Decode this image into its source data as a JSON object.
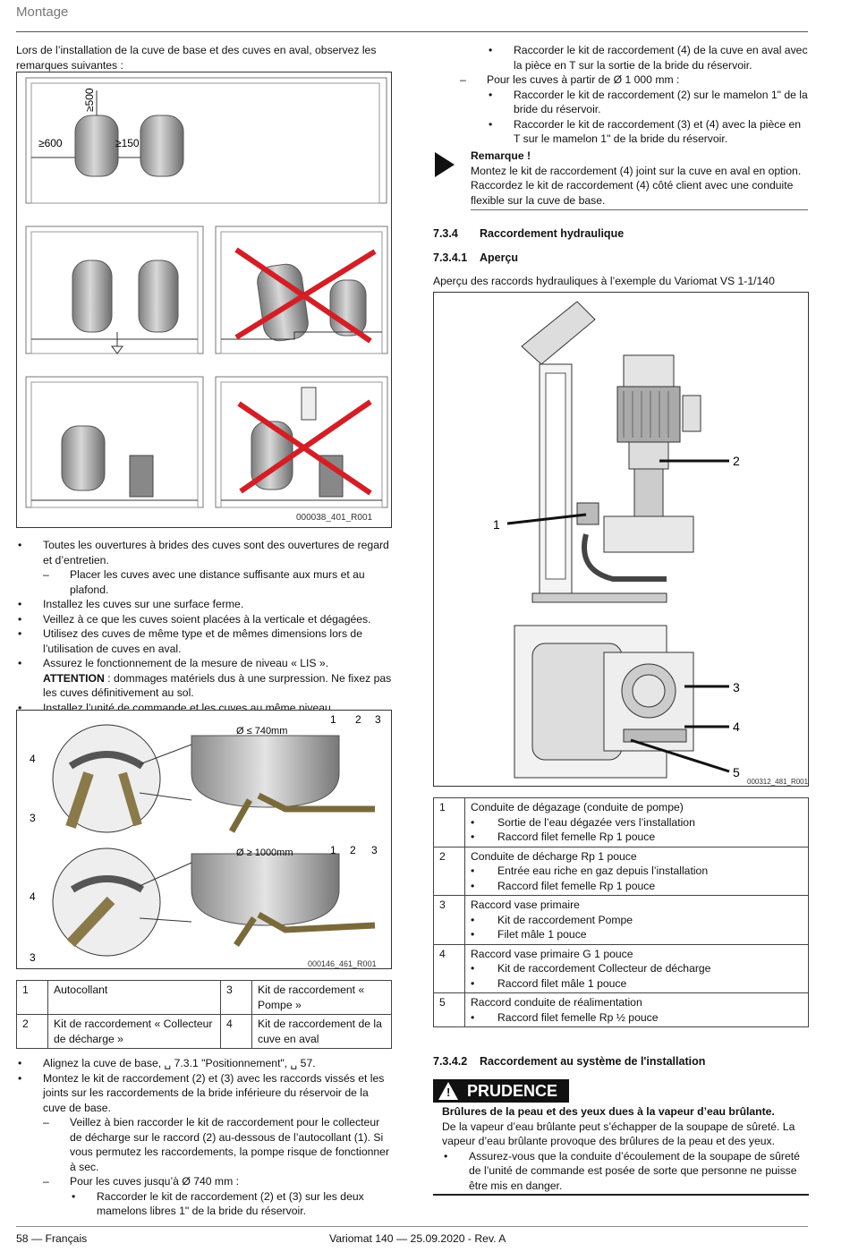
{
  "header": {
    "section": "Montage"
  },
  "left": {
    "intro": "Lors de l’installation de la cuve de base et des cuves en aval, observez les remarques suivantes :",
    "fig1": {
      "dim_top": "≥500",
      "dim_left": "≥600",
      "dim_mid": "≥150",
      "code": "000038_401_R001"
    },
    "bullets1": [
      {
        "type": "b",
        "text": "Toutes les ouvertures à brides des cuves sont des ouvertures de regard et d’entretien."
      },
      {
        "type": "d",
        "text": "Placer les cuves avec une distance suffisante aux murs et au plafond."
      },
      {
        "type": "b",
        "text": "Installez les cuves sur une surface ferme."
      },
      {
        "type": "b",
        "text": "Veillez à ce que les cuves soient placées à la verticale et dégagées."
      },
      {
        "type": "b",
        "text": "Utilisez des cuves de même type et de mêmes dimensions lors de l’utilisation de cuves en aval."
      },
      {
        "type": "b",
        "text": "Assurez le fonctionnement de la mesure de niveau « LIS »."
      }
    ],
    "attention_label": "ATTENTION",
    "attention_text": " : dommages matériels dus à une surpression. Ne fixez pas les cuves définitivement au sol.",
    "bullet_last": "Installez l’unité de commande et les cuves au même niveau.",
    "fig2": {
      "d1": "Ø ≤ 740mm",
      "d2": "Ø ≥ 1000mm",
      "n1": "1",
      "n2": "2",
      "n3": "3",
      "n4": "4",
      "code": "000146_461_R001"
    },
    "legend": [
      {
        "n1": "1",
        "t1": "Autocollant",
        "n2": "3",
        "t2": "Kit de raccordement « Pompe »"
      },
      {
        "n1": "2",
        "t1": "Kit de raccordement « Collecteur de décharge »",
        "n2": "4",
        "t2": "Kit de raccordement de la cuve en aval"
      }
    ],
    "bullets2": [
      {
        "type": "b",
        "text": "Alignez la cuve de base, ␣ 7.3.1 \"Positionnement\", ␣ 57."
      },
      {
        "type": "b",
        "text": "Montez le kit de raccordement (2) et (3) avec les raccords vissés et les joints sur les raccordements de la bride inférieure du réservoir de la cuve de base."
      },
      {
        "type": "d",
        "text": "Veillez à bien raccorder le kit de raccordement pour le collecteur de décharge sur le raccord (2) au-dessous de l’autocollant (1). Si vous permutez les raccordements, la pompe risque de fonctionner à sec."
      },
      {
        "type": "d",
        "text": "Pour les cuves jusqu’à Ø 740 mm :"
      },
      {
        "type": "b2",
        "text": "Raccorder le kit de raccordement (2) et (3) sur les deux mamelons libres 1\" de la bride du réservoir."
      }
    ]
  },
  "right": {
    "bullets_top": [
      {
        "type": "b2",
        "text": "Raccorder le kit de raccordement (4) de la cuve en aval avec la pièce en T sur la sortie de la bride du réservoir."
      },
      {
        "type": "d",
        "text": "Pour les cuves à partir de Ø 1 000 mm :"
      },
      {
        "type": "b2",
        "text": "Raccorder le kit de raccordement (2) sur le mamelon 1\" de la bride du réservoir."
      },
      {
        "type": "b2",
        "text": "Raccorder le kit de raccordement (3) et (4) avec la pièce en T sur le mamelon 1\" de la bride du réservoir."
      }
    ],
    "note_title": "Remarque !",
    "note_text": "Montez le kit de raccordement (4) joint sur la cuve en aval en option. Raccordez le kit de raccordement (4) côté client avec une conduite flexible sur la cuve de base.",
    "h_734": {
      "num": "7.3.4",
      "title": "Raccordement hydraulique"
    },
    "h_7341": {
      "num": "7.3.4.1",
      "title": "Aperçu"
    },
    "overview_caption": "Aperçu des raccords hydrauliques à l’exemple du Variomat VS 1-1/140",
    "fig3": {
      "c1": "1",
      "c2": "2",
      "c3": "3",
      "c4": "4",
      "c5": "5",
      "code": "000312_481_R001"
    },
    "table": [
      {
        "n": "1",
        "title": "Conduite de dégazage (conduite de pompe)",
        "items": [
          "Sortie de l’eau dégazée vers l’installation",
          "Raccord filet femelle Rp 1 pouce"
        ]
      },
      {
        "n": "2",
        "title": "Conduite de décharge Rp 1 pouce",
        "items": [
          "Entrée eau riche en gaz depuis l’installation",
          "Raccord filet femelle Rp 1 pouce"
        ]
      },
      {
        "n": "3",
        "title": "Raccord vase primaire",
        "items": [
          "Kit de raccordement Pompe",
          "Filet mâle 1 pouce"
        ]
      },
      {
        "n": "4",
        "title": "Raccord vase primaire G 1 pouce",
        "items": [
          "Kit de raccordement Collecteur de décharge",
          "Raccord filet mâle 1 pouce"
        ]
      },
      {
        "n": "5",
        "title": "Raccord conduite de réalimentation",
        "items": [
          "Raccord filet femelle Rp ½ pouce"
        ]
      }
    ],
    "h_7342": {
      "num": "7.3.4.2",
      "title": "Raccordement au système de l'installation"
    },
    "caution_label": "PRUDENCE",
    "caution_title": "Brûlures de la peau et des yeux dues à la vapeur d’eau brûlante.",
    "caution_text": "De la vapeur d’eau brûlante peut s’échapper de la soupape de sûreté. La vapeur d’eau brûlante provoque des brûlures de la peau et des yeux.",
    "caution_bullet": "Assurez-vous que la conduite d’écoulement de la soupape de sûreté de l’unité de commande est posée de sorte que personne ne puisse être mis en danger."
  },
  "footer": {
    "page": "58 —  Français",
    "doc": "Variomat 140 — 25.09.2020 - Rev. A"
  }
}
